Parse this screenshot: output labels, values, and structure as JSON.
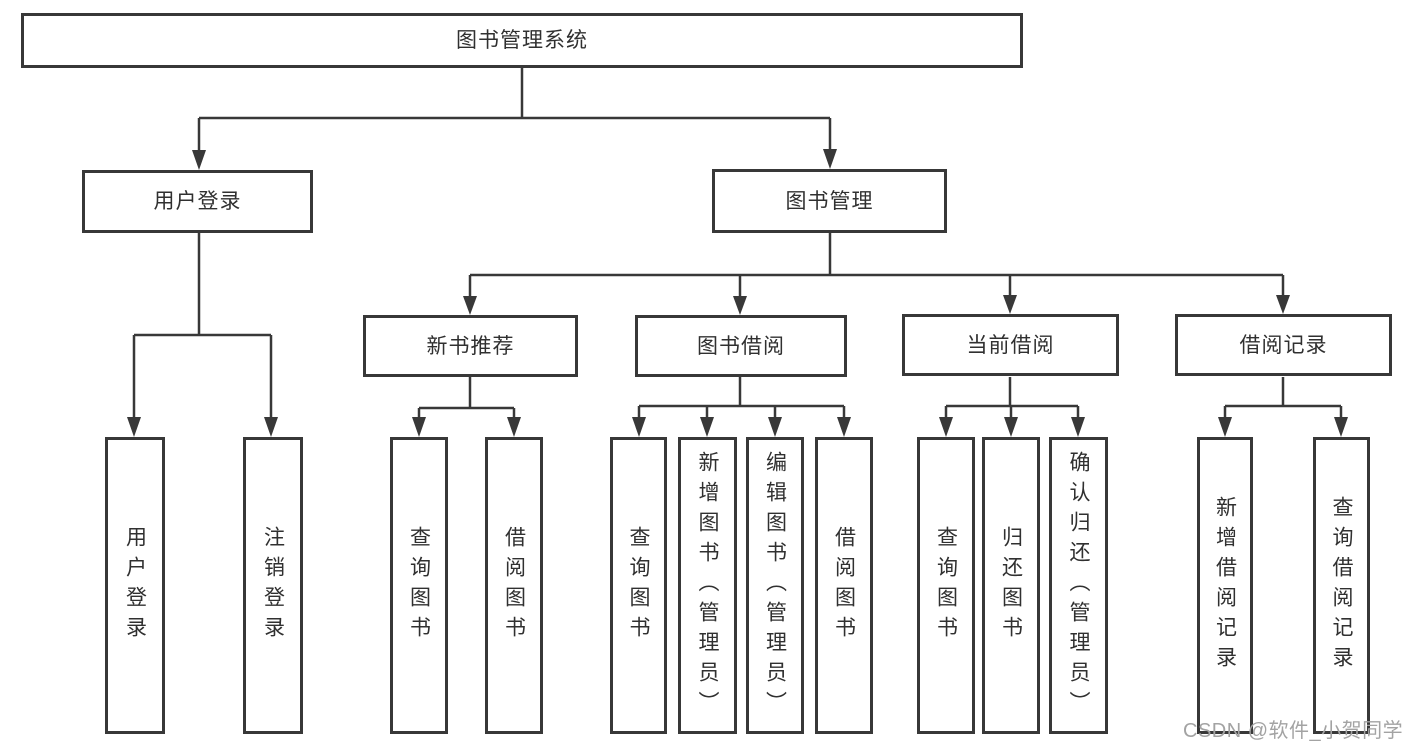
{
  "tree": {
    "root": {
      "label": "图书管理系统"
    },
    "user_login": {
      "label": "用户登录",
      "children": [
        "用户登录",
        "注销登录"
      ]
    },
    "book_mgmt": {
      "label": "图书管理",
      "sections": [
        {
          "label": "新书推荐",
          "children": [
            "查询图书",
            "借阅图书"
          ]
        },
        {
          "label": "图书借阅",
          "children": [
            "查询图书",
            "新增图书（管理员）",
            "编辑图书（管理员）",
            "借阅图书"
          ]
        },
        {
          "label": "当前借阅",
          "children": [
            "查询图书",
            "归还图书",
            "确认归还（管理员）"
          ]
        },
        {
          "label": "借阅记录",
          "children": [
            "新增借阅记录",
            "查询借阅记录"
          ]
        }
      ]
    }
  },
  "watermark": {
    "text": "CSDN @软件_小贺同学"
  },
  "colors": {
    "line": "#383838",
    "box_border": "#383838",
    "text": "#303030",
    "watermark": "#a3a3a3",
    "background": "#ffffff"
  }
}
